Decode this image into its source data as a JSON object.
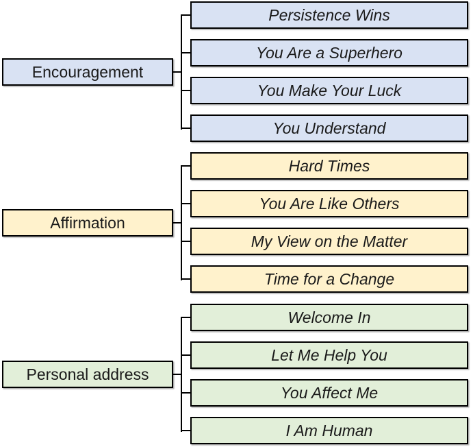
{
  "diagram": {
    "background": "#ffffff",
    "border_color": "#000000",
    "line_color": "#000000",
    "text_color": "#1a1a1a",
    "groups": [
      {
        "name": "Encouragement",
        "fill": "#d9e2f3",
        "parent": {
          "label": "Encouragement"
        },
        "children": [
          {
            "label": "Persistence Wins"
          },
          {
            "label": "You Are a Superhero"
          },
          {
            "label": "You Make Your Luck"
          },
          {
            "label": "You Understand"
          }
        ]
      },
      {
        "name": "Affirmation",
        "fill": "#fff2cc",
        "parent": {
          "label": "Affirmation"
        },
        "children": [
          {
            "label": "Hard Times"
          },
          {
            "label": "You Are Like Others"
          },
          {
            "label": "My View on the Matter"
          },
          {
            "label": "Time for a Change"
          }
        ]
      },
      {
        "name": "Personal address",
        "fill": "#e2efd9",
        "parent": {
          "label": "Personal address"
        },
        "children": [
          {
            "label": "Welcome In"
          },
          {
            "label": "Let Me Help You"
          },
          {
            "label": "You Affect Me"
          },
          {
            "label": "I Am Human"
          }
        ]
      }
    ]
  }
}
